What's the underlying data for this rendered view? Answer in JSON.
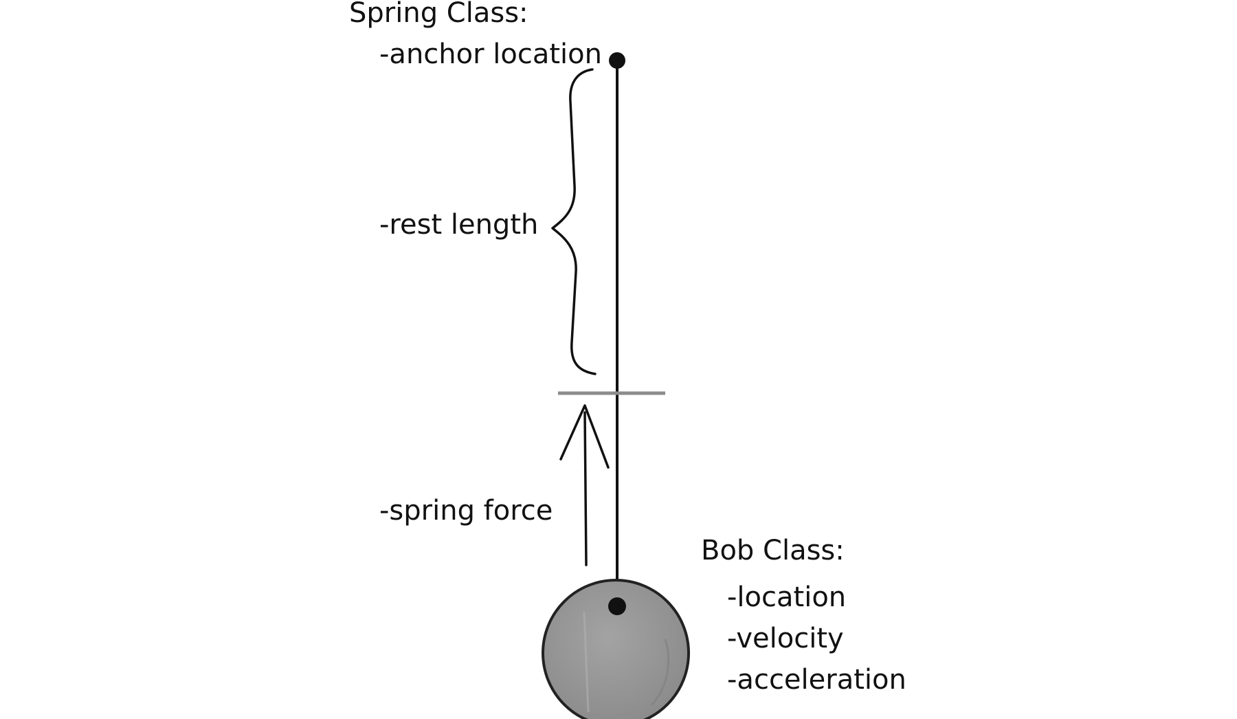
{
  "spring": {
    "title": "Spring Class:",
    "attributes": {
      "anchor": "-anchor location",
      "rest_length": "-rest length"
    }
  },
  "force": {
    "label": "-spring force"
  },
  "bob": {
    "title": "Bob Class:",
    "attributes": [
      "-location",
      "-velocity",
      "-acceleration"
    ]
  },
  "colors": {
    "ink": "#111111",
    "rest_line": "#8c8c8c",
    "bob_fill": "#999999",
    "bob_stroke": "#222222"
  }
}
